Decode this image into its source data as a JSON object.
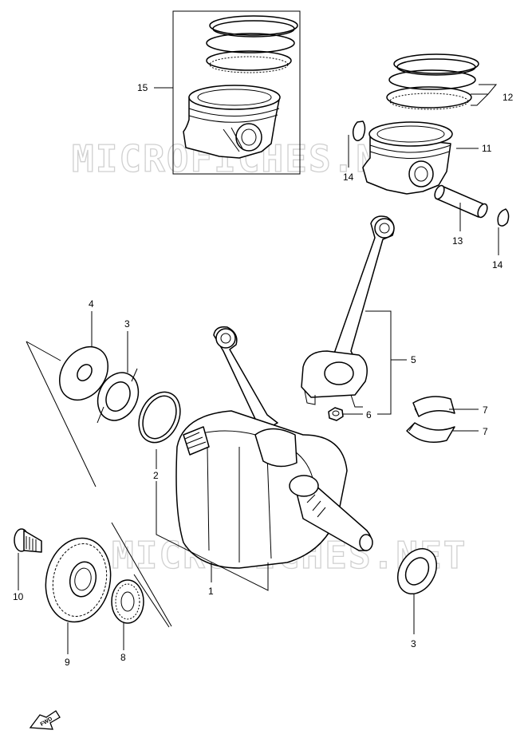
{
  "watermark": "MICROFICHES.NET",
  "fwd_label": "FWD",
  "callouts": {
    "c1": "1",
    "c2": "2",
    "c3a": "3",
    "c3b": "3",
    "c4": "4",
    "c5": "5",
    "c6": "6",
    "c7a": "7",
    "c7b": "7",
    "c8": "8",
    "c9": "9",
    "c10": "10",
    "c11": "11",
    "c12": "12",
    "c13": "13",
    "c14a": "14",
    "c14b": "14",
    "c15": "15"
  }
}
